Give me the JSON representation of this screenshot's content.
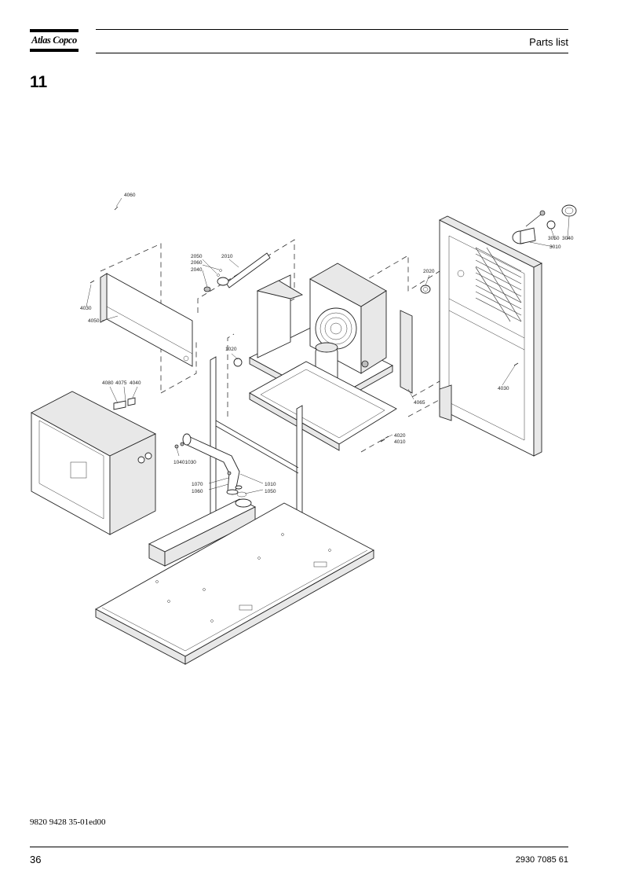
{
  "header": {
    "logo_text": "Atlas Copco",
    "title": "Parts list"
  },
  "section_number": "11",
  "drawing": {
    "callouts": {
      "c4060": "4060",
      "c2050": "2050",
      "c2060": "2060",
      "c2040": "2040",
      "c2010": "2010",
      "c2020": "2020",
      "c3050": "3050",
      "c3040": "3040",
      "c3010": "3010",
      "c4030a": "4030",
      "c4050": "4050",
      "c1020": "1020",
      "c4080": "4080",
      "c4075": "4075",
      "c4040": "4040",
      "c4065": "4065",
      "c4030b": "4030",
      "c4020": "4020",
      "c4010": "4010",
      "c10401030": "10401030",
      "c1070": "1070",
      "c1060": "1060",
      "c1010": "1010",
      "c1050": "1050"
    }
  },
  "footer": {
    "doc_code": "9820 9428 35-01ed00",
    "page_number": "36",
    "part_number": "2930 7085 61"
  }
}
